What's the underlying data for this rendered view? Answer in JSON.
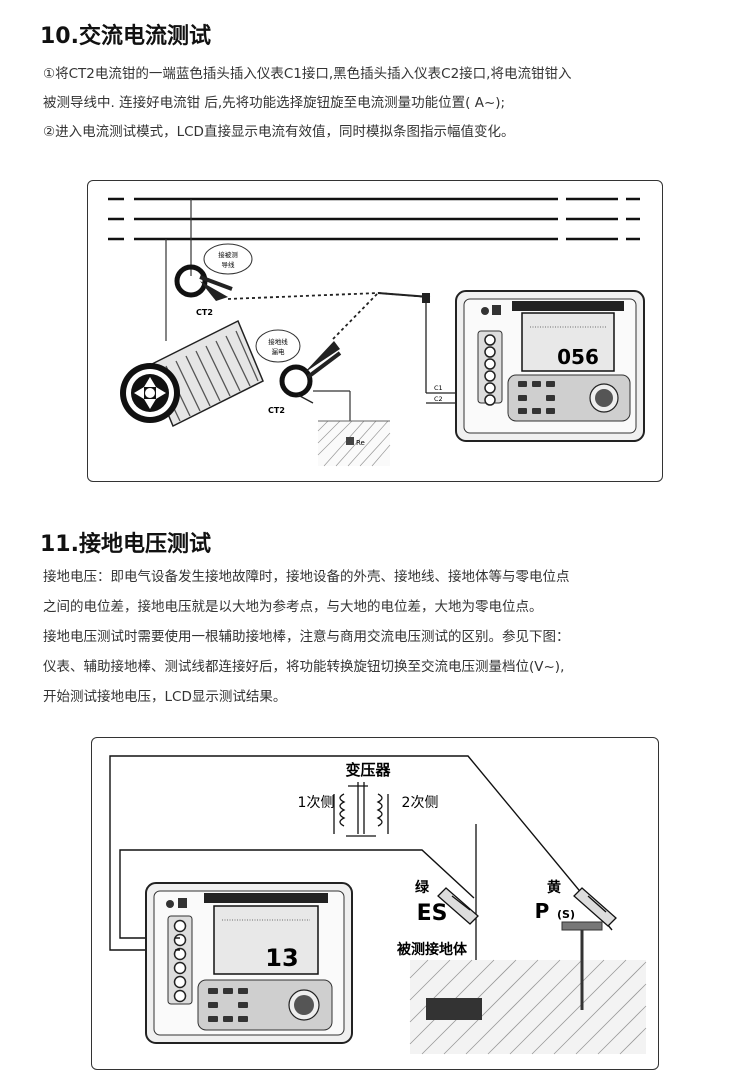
{
  "section10": {
    "title": "10.交流电流测试",
    "para1": "①将CT2电流钳的一端蓝色插头插入仪表C1接口,黑色插头插入仪表C2接口,将电流钳钳入",
    "para2": "被测导线中. 连接好电流钳  后,先将功能选择旋钮旋至电流测量功能位置( A~);",
    "para3": "②进入电流测试模式，LCD直接显示电流有效值，同时模拟条图指示幅值变化。",
    "figure": {
      "clamp_label_upper": "CT2",
      "clamp_label_lower": "CT2",
      "bubble_upper": [
        "接被测",
        "导线"
      ],
      "bubble_lower": [
        "接地线",
        "漏电"
      ],
      "ground_label": "Re",
      "port_c1": "C1",
      "port_c2": "C2",
      "lcd_value": "056"
    }
  },
  "section11": {
    "title": "11.接地电压测试",
    "para1": "接地电压：即电气设备发生接地故障时，接地设备的外壳、接地线、接地体等与零电位点",
    "para2": "之间的电位差，接地电压就是以大地为参考点，与大地的电位差，大地为零电位点。",
    "para3": "接地电压测试时需要使用一根辅助接地棒，注意与商用交流电压测试的区别。参见下图：",
    "para4": "仪表、辅助接地棒、测试线都连接好后，将功能转换旋钮切换至交流电压测量档位(V~),",
    "para5": "开始测试接地电压，LCD显示测试结果。",
    "figure": {
      "transformer": "变压器",
      "primary": "1次侧",
      "secondary": "2次侧",
      "green": "绿",
      "es": "ES",
      "yellow": "黄",
      "p": "P",
      "p_sub": "(S)",
      "grounded": "被测接地体",
      "lcd_value": "13"
    }
  }
}
